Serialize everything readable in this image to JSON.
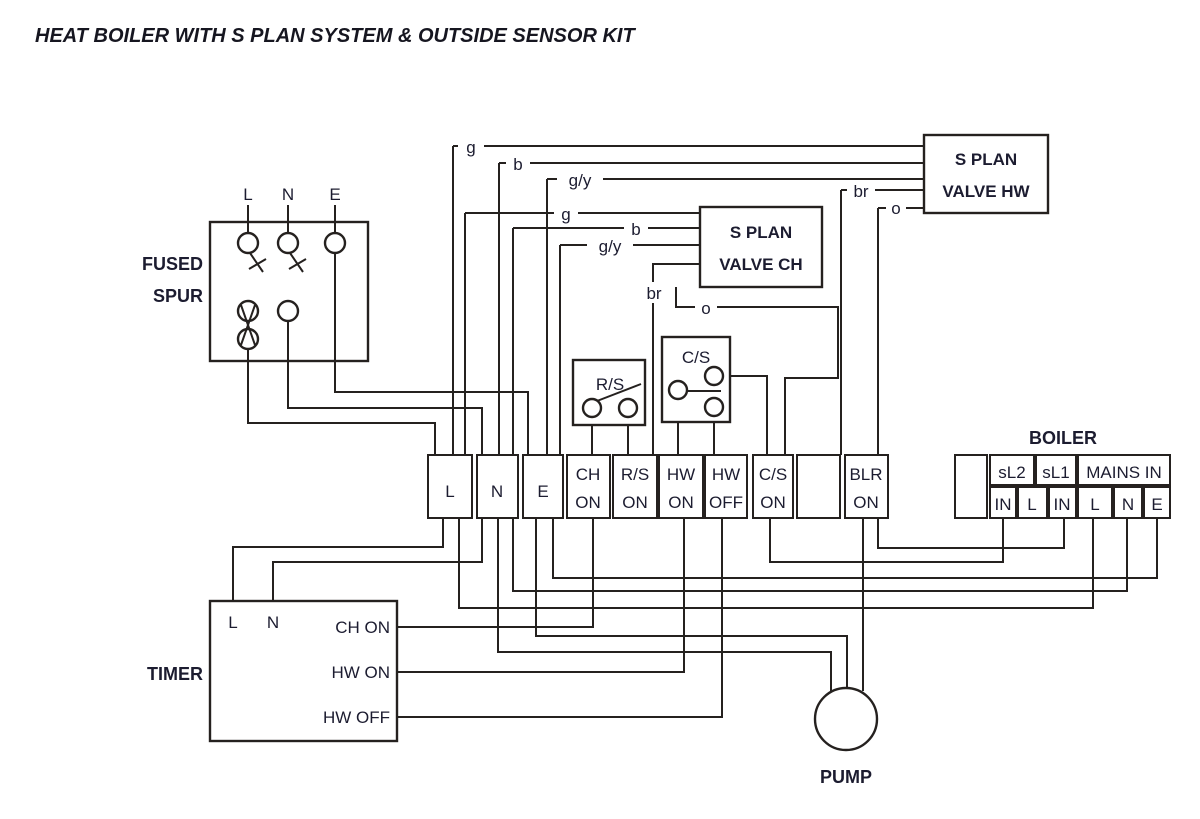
{
  "title": "HEAT BOILER WITH S PLAN SYSTEM & OUTSIDE SENSOR KIT",
  "colors": {
    "line": "#25211f",
    "text": "#1c1c30",
    "background": "#ffffff"
  },
  "fused_spur": {
    "label_line1": "FUSED",
    "label_line2": "SPUR",
    "terminals": [
      "L",
      "N",
      "E"
    ]
  },
  "valve_ch": {
    "line1": "S PLAN",
    "line2": "VALVE CH"
  },
  "valve_hw": {
    "line1": "S PLAN",
    "line2": "VALVE HW"
  },
  "switch_rs": {
    "label": "R/S"
  },
  "switch_cs": {
    "label": "C/S"
  },
  "wire_labels": {
    "hw_g": "g",
    "hw_b": "b",
    "hw_gy": "g/y",
    "hw_br": "br",
    "hw_o": "o",
    "ch_g": "g",
    "ch_b": "b",
    "ch_gy": "g/y",
    "ch_br": "br",
    "ch_o": "o"
  },
  "strip": {
    "cells": [
      [
        "L"
      ],
      [
        "N"
      ],
      [
        "E"
      ],
      [
        "CH",
        "ON"
      ],
      [
        "R/S",
        "ON"
      ],
      [
        "HW",
        "ON"
      ],
      [
        "HW",
        "OFF"
      ],
      [
        "C/S",
        "ON"
      ],
      [],
      [
        "BLR",
        "ON"
      ]
    ]
  },
  "boiler": {
    "title": "BOILER",
    "top_cells": [
      "sL2",
      "sL1",
      "MAINS IN"
    ],
    "bottom_cells": [
      "IN",
      "L",
      "IN",
      "L",
      "N",
      "E"
    ]
  },
  "timer": {
    "label": "TIMER",
    "l": "L",
    "n": "N",
    "outputs": [
      "CH ON",
      "HW ON",
      "HW OFF"
    ]
  },
  "pump": {
    "label": "PUMP"
  }
}
